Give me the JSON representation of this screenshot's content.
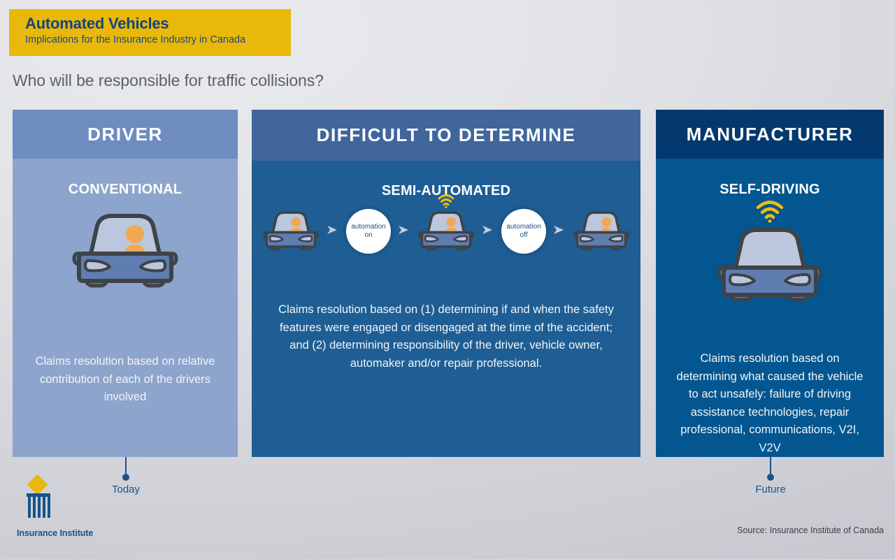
{
  "header": {
    "title": "Automated Vehicles",
    "subtitle": "Implications for the Insurance Industry in Canada",
    "band_color": "#e8b80b",
    "title_color": "#15447c"
  },
  "question": "Who will be responsible for traffic collisions?",
  "panels": [
    {
      "id": "driver",
      "responsible": "DRIVER",
      "vehicle_type": "CONVENTIONAL",
      "description": "Claims resolution based on relative contribution of each of the drivers involved",
      "header_color": "#6e8cc0",
      "body_color": "#8da4cc"
    },
    {
      "id": "middle",
      "responsible": "DIFFICULT TO DETERMINE",
      "vehicle_type": "SEMI-AUTOMATED",
      "description": "Claims resolution based on (1) determining if and when the safety features were engaged or disengaged at the time of the accident; and (2) determining responsibility of the driver, vehicle owner, automaker and/or repair professional.",
      "header_color": "#40669c",
      "body_color": "#1e5e94",
      "sequence": [
        {
          "kind": "car",
          "driver": true,
          "wifi": false
        },
        {
          "kind": "badge",
          "line1": "automation",
          "line2": "on"
        },
        {
          "kind": "car",
          "driver": true,
          "wifi": true
        },
        {
          "kind": "badge",
          "line1": "automation",
          "line2": "off"
        },
        {
          "kind": "car",
          "driver": true,
          "wifi": false
        }
      ]
    },
    {
      "id": "manufacturer",
      "responsible": "MANUFACTURER",
      "vehicle_type": "SELF-DRIVING",
      "description": "Claims resolution based on determining what caused the vehicle to act unsafely: failure of driving assistance technologies, repair professional, communications, V2I, V2V",
      "header_color": "#03396e",
      "body_color": "#03568f"
    }
  ],
  "timeline": {
    "today_label": "Today",
    "future_label": "Future",
    "marker_color": "#17538c"
  },
  "logo": {
    "name": "Insurance Institute",
    "diamond_color": "#e8b80b",
    "pillar_color": "#17538c"
  },
  "source": "Source: Insurance Institute of Canada",
  "colors": {
    "car_body": "#5f7db0",
    "car_glass": "#bcc6dd",
    "car_outline": "#3e4349",
    "person": "#f0a855",
    "wifi": "#f0bc10",
    "arrow": "#c3cdda"
  }
}
